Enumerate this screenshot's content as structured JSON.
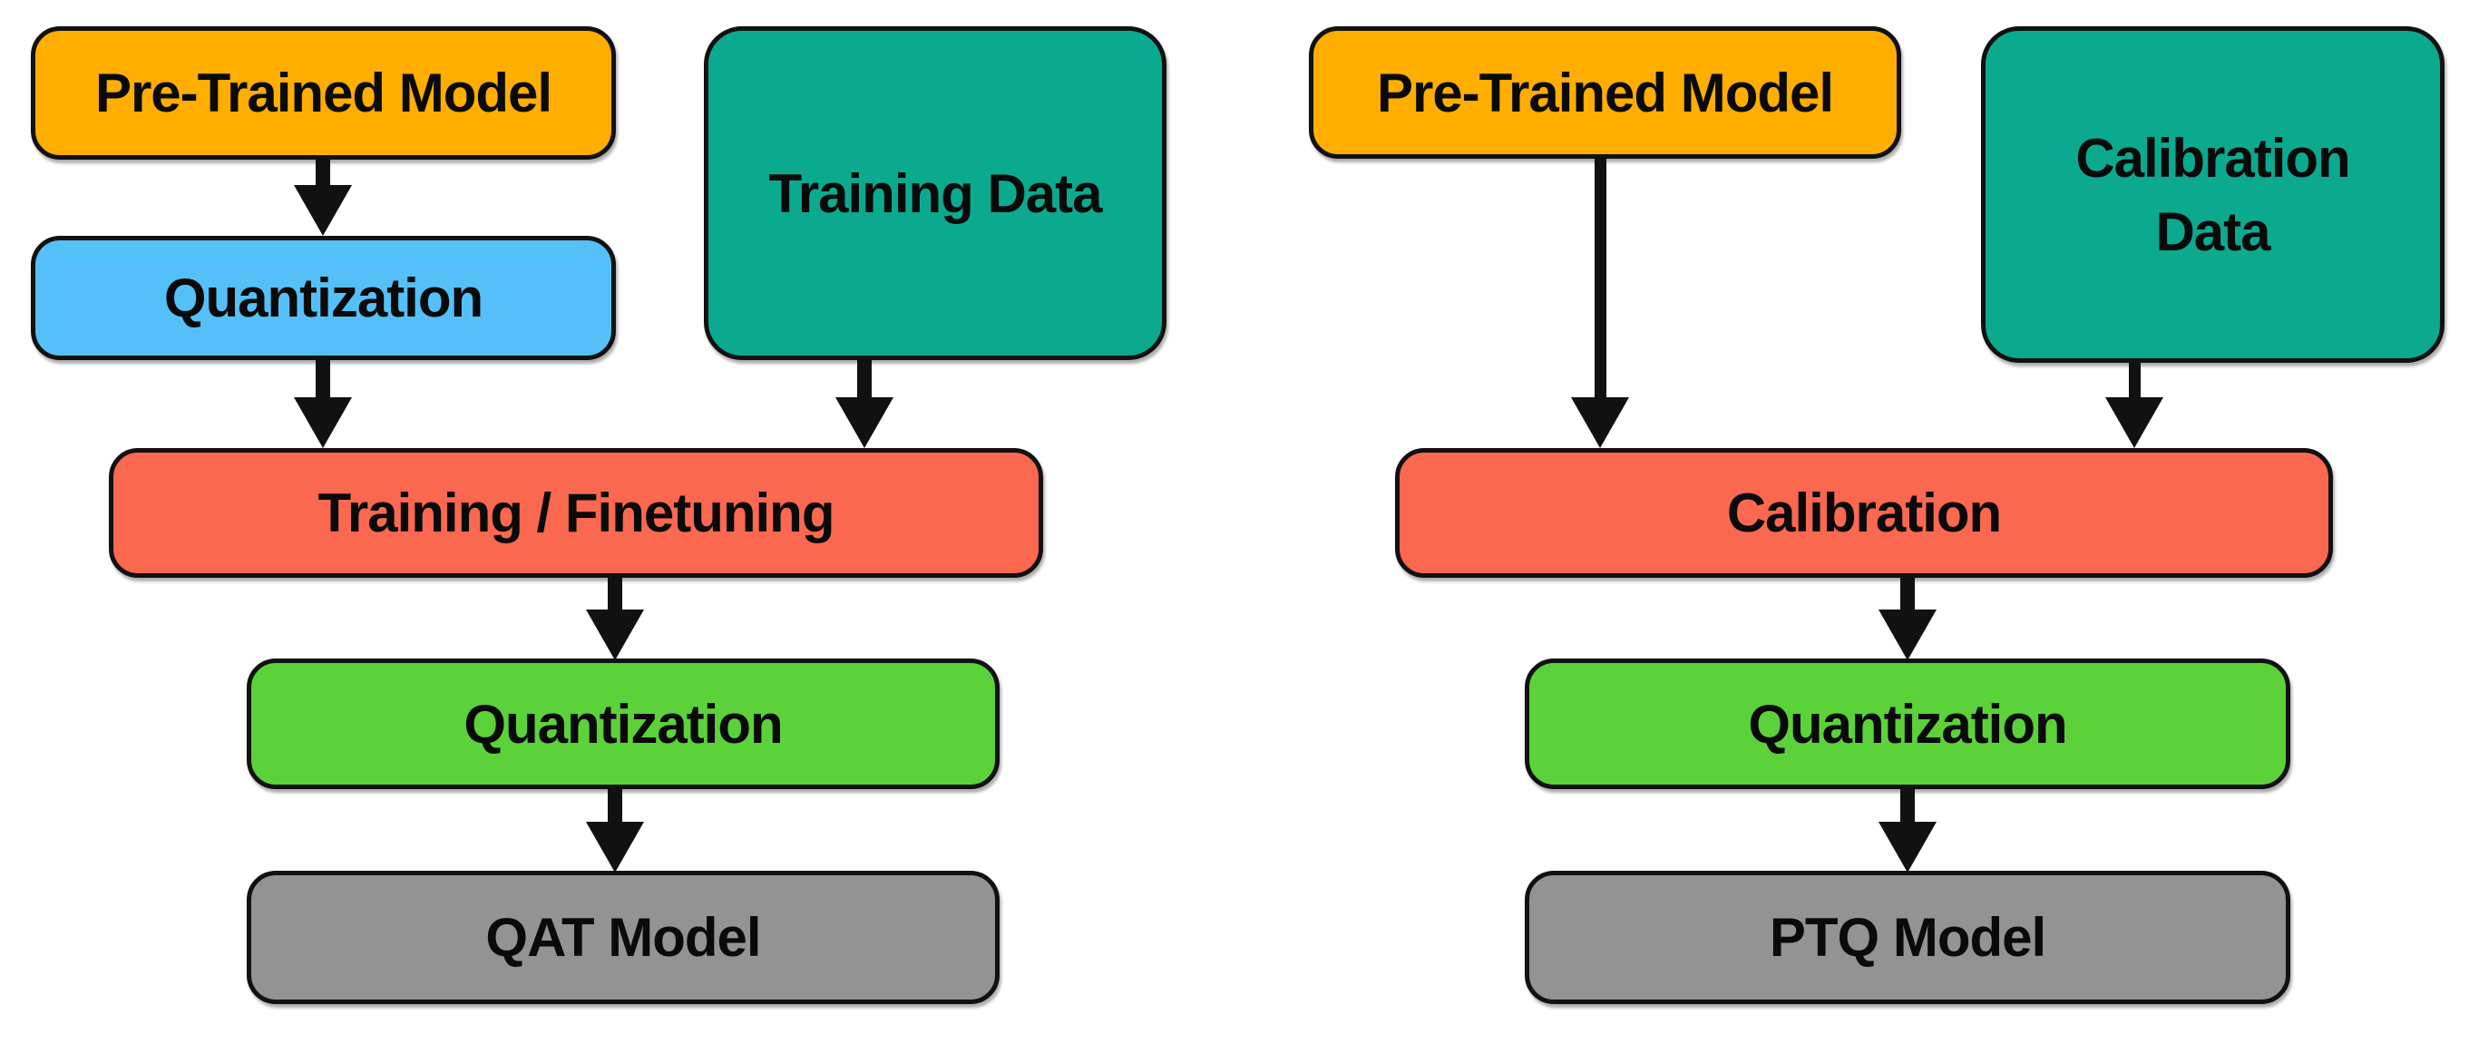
{
  "diagram": {
    "background": "#FFFFFF",
    "ink": "#111111",
    "nodes": {
      "qat_pretrained": {
        "label": "Pre-Trained Model",
        "fill": "#FFAE00"
      },
      "qat_training_data": {
        "label": "Training Data",
        "fill": "#0BAA8F"
      },
      "qat_quantize_insert": {
        "label": "Quantization",
        "fill": "#55C0F8"
      },
      "qat_train_finetune": {
        "label": "Training / Finetuning",
        "fill": "#FB6850"
      },
      "qat_quantize_final": {
        "label": "Quantization",
        "fill": "#5BD23A"
      },
      "qat_output": {
        "label": "QAT Model",
        "fill": "#939393"
      },
      "ptq_pretrained": {
        "label": "Pre-Trained Model",
        "fill": "#FFAE00"
      },
      "ptq_calibration_data": {
        "label": "Calibration Data",
        "fill": "#0BAA8F"
      },
      "ptq_calibration": {
        "label": "Calibration",
        "fill": "#FB6850"
      },
      "ptq_quantize": {
        "label": "Quantization",
        "fill": "#5BD23A"
      },
      "ptq_output": {
        "label": "PTQ Model",
        "fill": "#939393"
      }
    },
    "edges": [
      {
        "from": "qat_pretrained",
        "to": "qat_quantize_insert"
      },
      {
        "from": "qat_quantize_insert",
        "to": "qat_train_finetune"
      },
      {
        "from": "qat_training_data",
        "to": "qat_train_finetune"
      },
      {
        "from": "qat_train_finetune",
        "to": "qat_quantize_final"
      },
      {
        "from": "qat_quantize_final",
        "to": "qat_output"
      },
      {
        "from": "ptq_pretrained",
        "to": "ptq_calibration"
      },
      {
        "from": "ptq_calibration_data",
        "to": "ptq_calibration"
      },
      {
        "from": "ptq_calibration",
        "to": "ptq_quantize"
      },
      {
        "from": "ptq_quantize",
        "to": "ptq_output"
      }
    ]
  }
}
